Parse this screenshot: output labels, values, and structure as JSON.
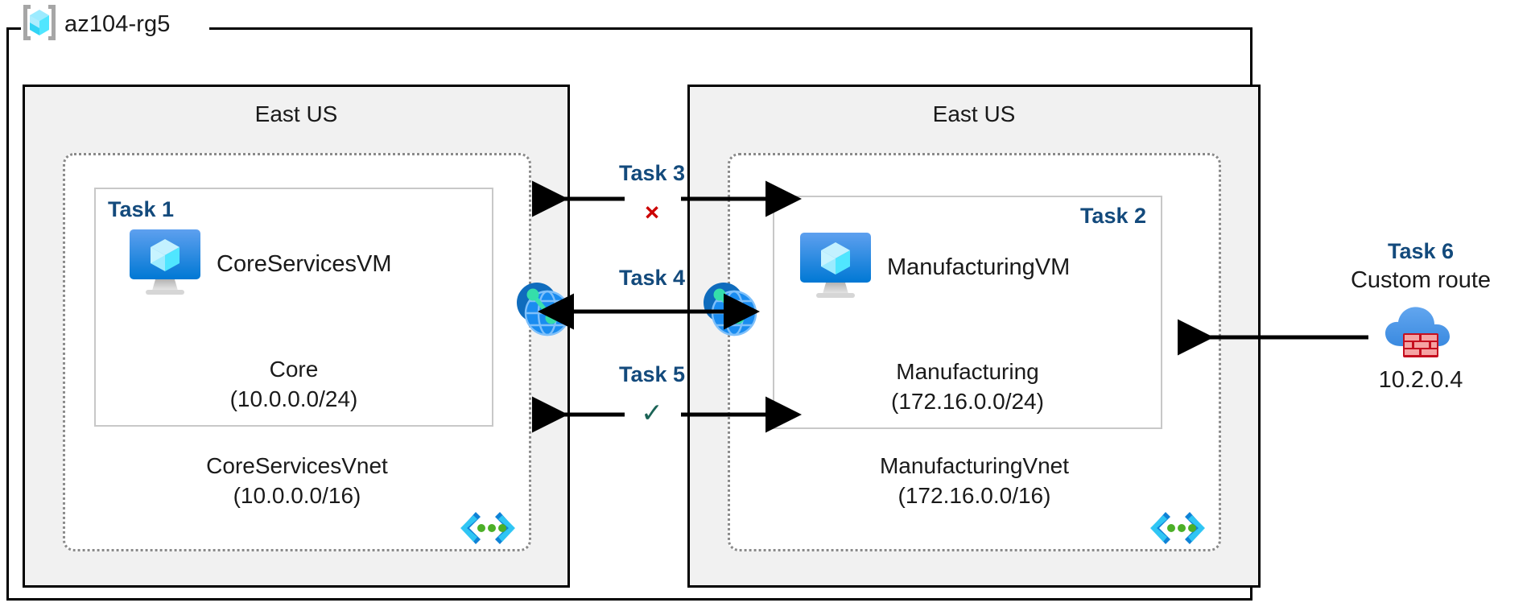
{
  "diagram": {
    "resource_group": {
      "name": "az104-rg5",
      "icon": "resource-group-cube-icon"
    },
    "regions": [
      {
        "id": "left",
        "label": "East US"
      },
      {
        "id": "right",
        "label": "East US"
      }
    ],
    "vnets": [
      {
        "id": "left",
        "name": "CoreServicesVnet",
        "cidr": "(10.0.0.0/16)",
        "corner_icon": "vnet-brackets-icon",
        "subnet": {
          "task_tag": "Task 1",
          "vm_name": "CoreServicesVM",
          "vm_icon": "virtual-machine-icon",
          "subnet_name": "Core",
          "subnet_cidr": "(10.0.0.0/24)"
        }
      },
      {
        "id": "right",
        "name": "ManufacturingVnet",
        "cidr": "(172.16.0.0/16)",
        "corner_icon": "vnet-brackets-icon",
        "subnet": {
          "task_tag": "Task 2",
          "vm_name": "ManufacturingVM",
          "vm_icon": "virtual-machine-icon",
          "subnet_name": "Manufacturing",
          "subnet_cidr": "(172.16.0.0/24)"
        }
      }
    ],
    "peering_icons": [
      {
        "id": "left",
        "icon": "vnet-peering-globe-icon"
      },
      {
        "id": "right",
        "icon": "vnet-peering-globe-icon"
      }
    ],
    "connectors": [
      {
        "id": "task3",
        "label": "Task 3",
        "mark": "×",
        "mark_kind": "blocked-x",
        "mark_color": "#cc0000",
        "direction": "bidirectional-split"
      },
      {
        "id": "task4",
        "label": "Task 4",
        "mark": "",
        "mark_kind": "none",
        "direction": "bidirectional"
      },
      {
        "id": "task5",
        "label": "Task 5",
        "mark": "✓",
        "mark_kind": "allowed-check",
        "mark_color": "#1b6356",
        "direction": "bidirectional-split"
      }
    ],
    "external": {
      "task_tag": "Task 6",
      "subtitle": "Custom route",
      "ip": "10.2.0.4",
      "icon": "firewall-cloud-icon",
      "direction": "left"
    },
    "colors": {
      "task_label": "#134a7c",
      "blocked": "#cc0000",
      "allowed": "#1b6356",
      "region_fill": "#f1f1f1",
      "vnet_border": "#8a8a8a",
      "subnet_border": "#c8c8c8",
      "azure_blue": "#0078d4",
      "azure_cyan": "#9cebff"
    }
  }
}
